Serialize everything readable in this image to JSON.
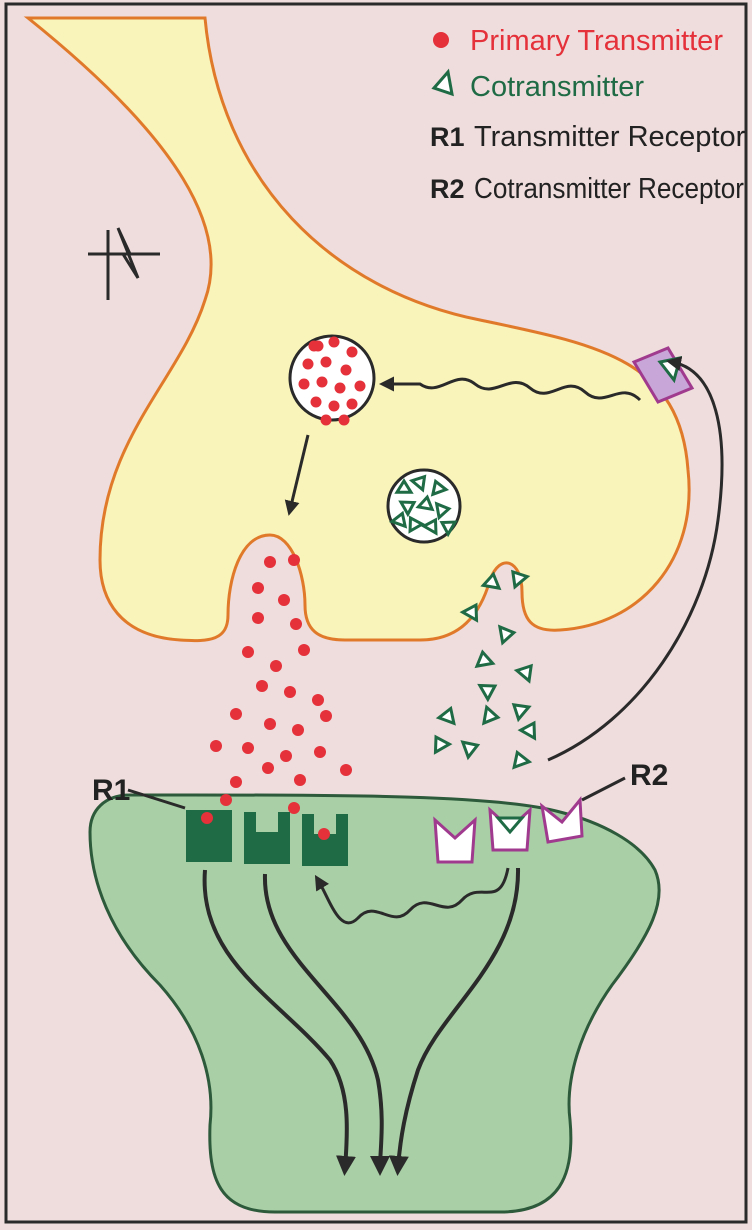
{
  "legend": {
    "primary": {
      "label": "Primary Transmitter",
      "color": "#e4313a",
      "icon": "red-dot-icon"
    },
    "cotransmitter": {
      "label": "Cotransmitter",
      "color": "#1f6b45",
      "icon": "green-triangle-icon"
    },
    "r1": {
      "key": "R1",
      "label": "Transmitter Receptor"
    },
    "r2": {
      "key": "R2",
      "label": "Cotransmitter Receptor"
    }
  },
  "labels": {
    "r1": "R1",
    "r2": "R2"
  },
  "colors": {
    "background": "#efdcdc",
    "presynaptic_fill": "#f9f4b9",
    "presynaptic_stroke": "#e07a2a",
    "postsynaptic_fill": "#a9cfa6",
    "postsynaptic_stroke": "#2c5a3a",
    "r1_receptor": "#1f6b45",
    "r2_receptor": "#a03a8f",
    "arrow": "#2a2a2a"
  }
}
